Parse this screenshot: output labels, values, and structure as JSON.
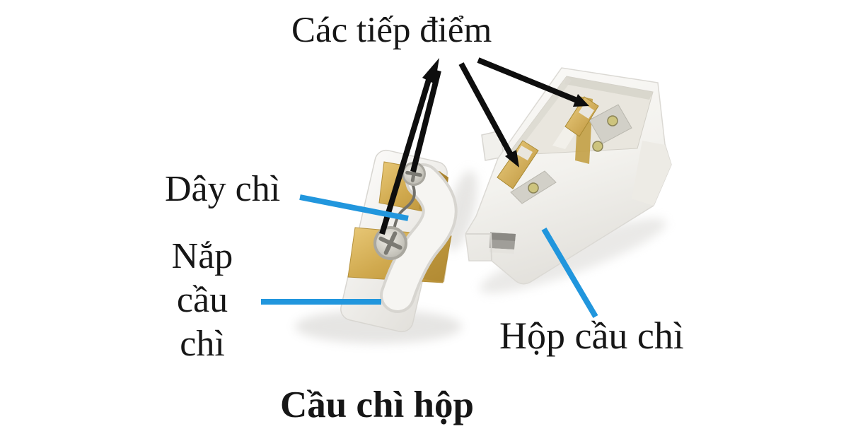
{
  "labels": {
    "contacts": "Các tiếp điểm",
    "fuse_wire": "Dây chì",
    "fuse_cap": [
      "Nắp",
      "cầu",
      "chì"
    ],
    "fuse_box": "Hộp cầu chì",
    "caption": "Cầu chì hộp"
  },
  "colors": {
    "background": "#ffffff",
    "text": "#161616",
    "arrow_black": "#0e0e0e",
    "pointer_blue": "#2196dd",
    "brass": "#d4ad52",
    "brass_dark": "#a9832e",
    "plastic": "#f5f4f1",
    "plastic_edge": "#d7d5d0",
    "cavity": "#e9e6de",
    "screw_silver": "#d2d0c8"
  }
}
